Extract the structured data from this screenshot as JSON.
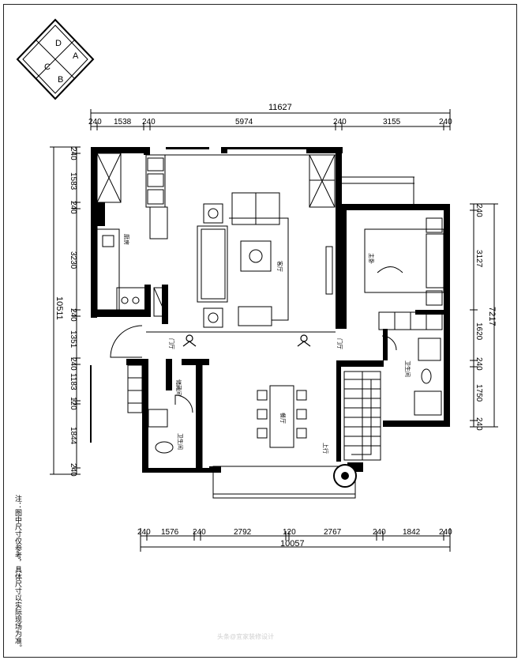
{
  "compass": {
    "letters": [
      "A",
      "B",
      "C",
      "D"
    ]
  },
  "dimensions": {
    "top_total": "11627",
    "top": [
      "240",
      "1538",
      "240",
      "5974",
      "240",
      "3155",
      "240"
    ],
    "bottom_total": "10057",
    "bottom": [
      "240",
      "1576",
      "240",
      "2792",
      "120",
      "2767",
      "240",
      "1842",
      "240"
    ],
    "left_total": "10511",
    "left": [
      "240",
      "1583",
      "240",
      "3230",
      "240",
      "1351",
      "240",
      "1183",
      "120",
      "1844",
      "240"
    ],
    "right_total": "7217",
    "right": [
      "240",
      "3127",
      "1620",
      "240",
      "1750",
      "240"
    ]
  },
  "rooms": {
    "kitchen": "厨房",
    "living": "客厅",
    "bedroom": "主卧",
    "entry": "门厅",
    "entry2": "门厅",
    "storage": "储藏间",
    "wc": "卫生间",
    "dining": "餐厅",
    "toilet": "卫生间",
    "stairs_up": "上行"
  },
  "note": "注：图中尺寸仅参考，具体尺寸以实际现场为准。",
  "watermark": "头条@宜家装修设计"
}
